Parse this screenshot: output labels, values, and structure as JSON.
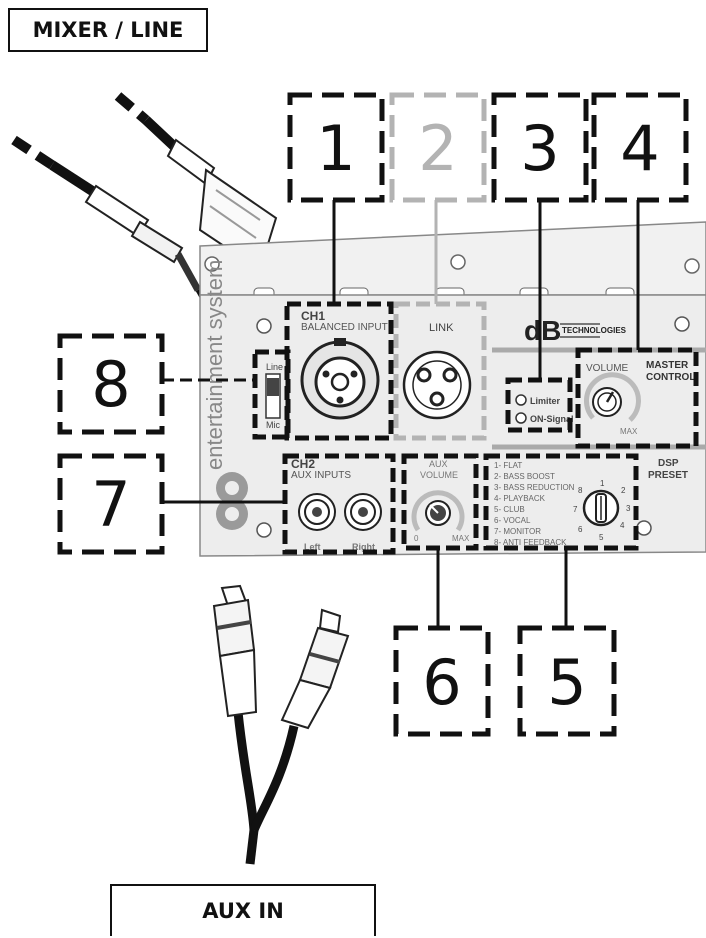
{
  "labels": {
    "top": "MIXER / LINE",
    "bottom": "AUX IN"
  },
  "callouts": [
    "1",
    "2",
    "3",
    "4",
    "5",
    "6",
    "7",
    "8"
  ],
  "panel": {
    "ch1_title": "CH1",
    "ch1_sub": "BALANCED INPUT",
    "link": "LINK",
    "ch2_title": "CH2",
    "ch2_sub": "AUX INPUTS",
    "left": "Left",
    "right": "Right",
    "line": "Line",
    "mic": "Mic",
    "limiter": "Limiter",
    "on_signal": "ON-Signal",
    "volume": "VOLUME",
    "max": "MAX",
    "master_1": "MASTER",
    "master_2": "CONTROL",
    "aux_1": "AUX",
    "aux_2": "VOLUME",
    "zero": "0",
    "dsp_1": "DSP",
    "dsp_2": "PRESET",
    "brand_text": "entertainment system",
    "logo": "dB",
    "logo_sub": "TECHNOLOGIES",
    "presets": [
      "1- FLAT",
      "2- BASS BOOST",
      "3- BASS REDUCTION",
      "4- PLAYBACK",
      "5- CLUB",
      "6- VOCAL",
      "7- MONITOR",
      "8- ANTI FEEDBACK"
    ],
    "dial_numbers": [
      "1",
      "2",
      "3",
      "4",
      "5",
      "6",
      "7",
      "8"
    ]
  }
}
